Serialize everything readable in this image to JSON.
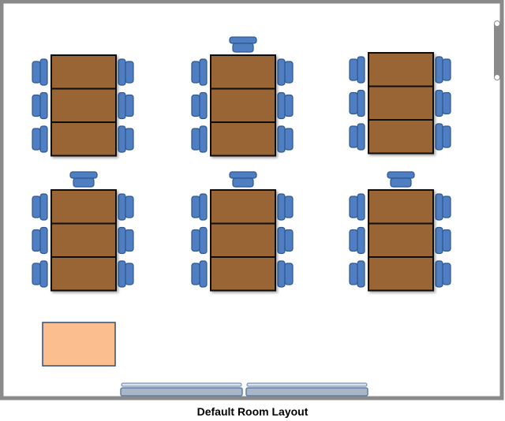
{
  "caption": "Default Room Layout",
  "colors": {
    "wall": "#8a8a8a",
    "table_fill": "#9a6534",
    "table_stroke": "#111111",
    "chair_fill": "#4f7fc2",
    "chair_stroke": "#2e578f",
    "desk_fill": "#fbbf8f",
    "desk_stroke": "#2f4f7f",
    "board_fill": "#a9b6c8",
    "board_stroke": "#5f7fa8"
  },
  "room": {
    "table_groups": [
      {
        "name": "table-group-1",
        "segments": 3,
        "side_chairs_per_side": 3,
        "head_chair": false
      },
      {
        "name": "table-group-2",
        "segments": 3,
        "side_chairs_per_side": 3,
        "head_chair": true
      },
      {
        "name": "table-group-3",
        "segments": 3,
        "side_chairs_per_side": 3,
        "head_chair": false
      },
      {
        "name": "table-group-4",
        "segments": 3,
        "side_chairs_per_side": 3,
        "head_chair": true
      },
      {
        "name": "table-group-5",
        "segments": 3,
        "side_chairs_per_side": 3,
        "head_chair": true
      },
      {
        "name": "table-group-6",
        "segments": 3,
        "side_chairs_per_side": 3,
        "head_chair": true
      }
    ],
    "teacher_desk": {
      "name": "teacher-desk"
    },
    "whiteboard_panels": 2,
    "door": {
      "name": "door"
    }
  }
}
